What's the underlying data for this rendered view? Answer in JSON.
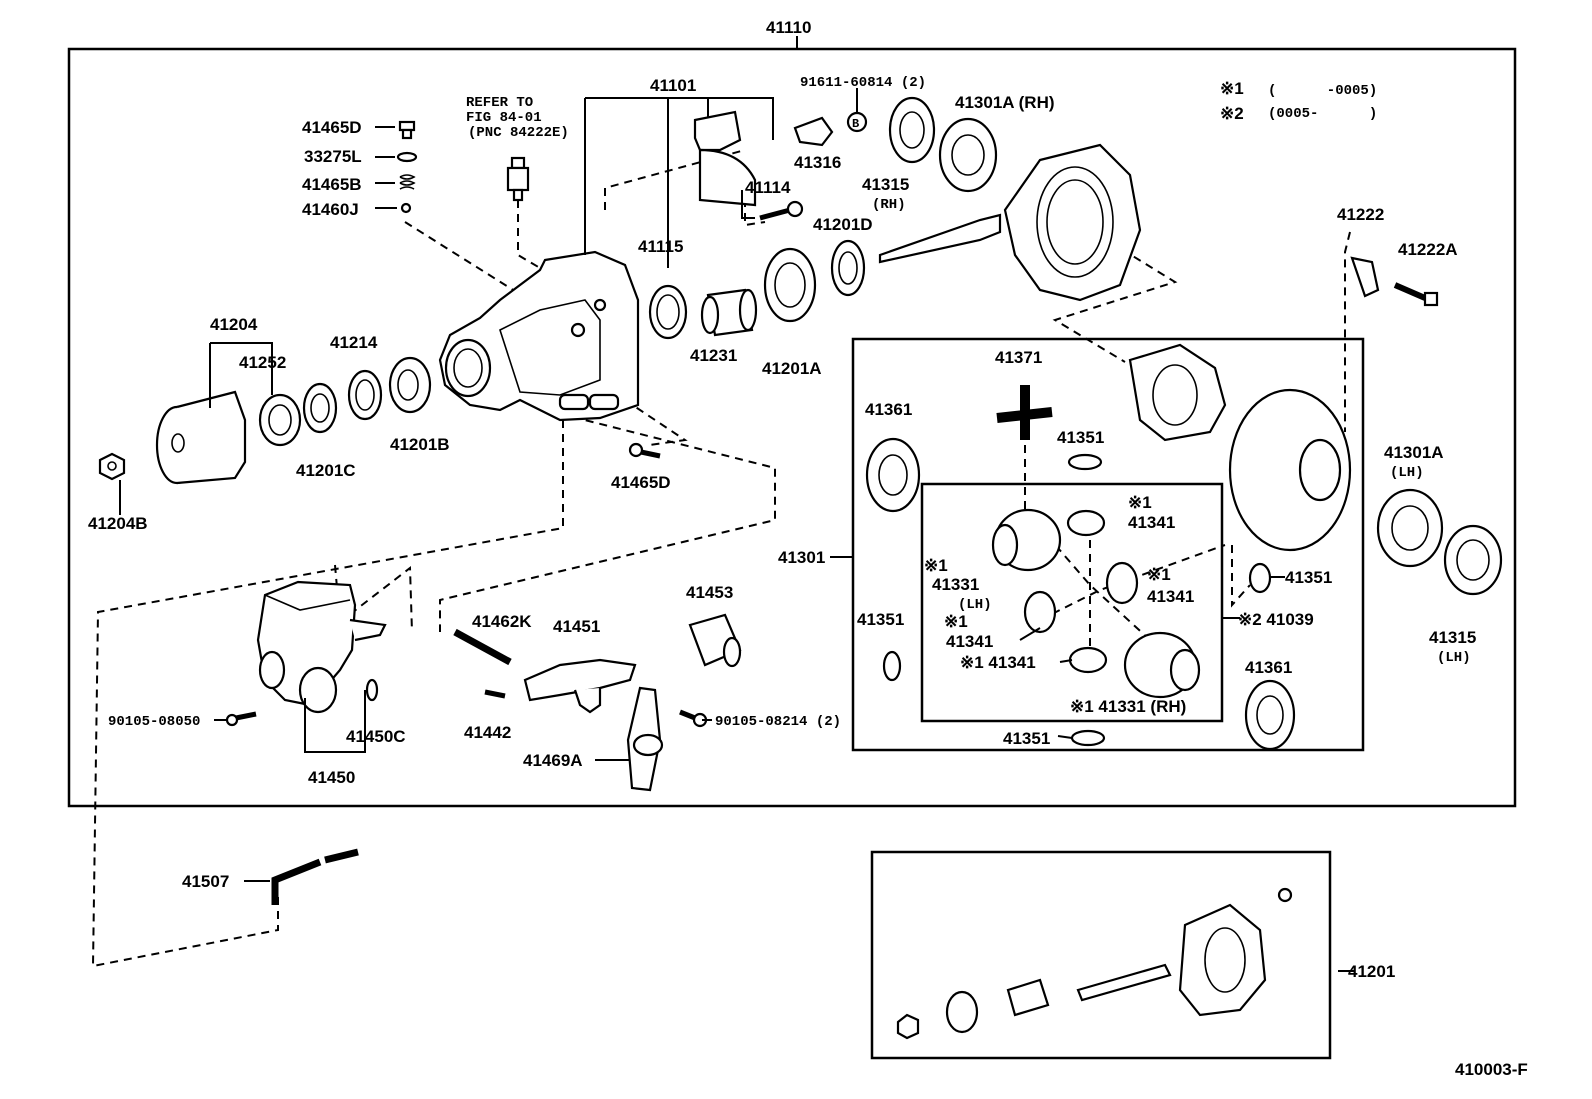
{
  "diagram": {
    "figure_code": "410003-F",
    "callout_ref": {
      "line1": "REFER TO",
      "line2": "FIG 84-01",
      "line3": "(PNC 84222E)"
    },
    "legend": [
      {
        "mark": "※1",
        "range": "(      -0005)"
      },
      {
        "mark": "※2",
        "range": "(0005-      )"
      }
    ],
    "labels": {
      "l41110": "41110",
      "l41101": "41101",
      "l91611": "91611-60814 (2)",
      "l41301A_rh": "41301A (RH)",
      "l41465D_top": "41465D",
      "l33275L": "33275L",
      "l41465B": "41465B",
      "l41460J": "41460J",
      "l41316": "41316",
      "l41114": "41114",
      "l41315_rh": "41315",
      "l41315_rh_sub": "(RH)",
      "l41201D": "41201D",
      "l41115": "41115",
      "l41222": "41222",
      "l41222A": "41222A",
      "l41204": "41204",
      "l41252": "41252",
      "l41214": "41214",
      "l41231": "41231",
      "l41201A": "41201A",
      "l41201B": "41201B",
      "l41201C": "41201C",
      "l41204B": "41204B",
      "l41465D": "41465D",
      "l41371": "41371",
      "l41361_top": "41361",
      "l41351_top": "41351",
      "l41301A_lh": "41301A",
      "l41301A_lh_sub": "(LH)",
      "l41301": "41301",
      "l41341_a_mark": "※1",
      "l41341_a": "41341",
      "l41331_lh_mark": "※1",
      "l41331_lh": "41331",
      "l41331_lh_sub": "(LH)",
      "l41341_b_mark": "※1",
      "l41341_b": "41341",
      "l41351_right": "41351",
      "l41039": "※2 41039",
      "l41351_left": "41351",
      "l41341_c_mark": "※1",
      "l41341_c": "41341",
      "l41341_d": "※1 41341",
      "l41331_rh": "※1 41331 (RH)",
      "l41361_bot": "41361",
      "l41351_bot": "41351",
      "l41315_lh": "41315",
      "l41315_lh_sub": "(LH)",
      "l41453": "41453",
      "l41462K": "41462K",
      "l41451": "41451",
      "l90105_08050": "90105-08050",
      "l41450C": "41450C",
      "l41450": "41450",
      "l41442": "41442",
      "l90105_08214": "90105-08214 (2)",
      "l41469A": "41469A",
      "l41507": "41507",
      "l41201": "41201"
    }
  }
}
